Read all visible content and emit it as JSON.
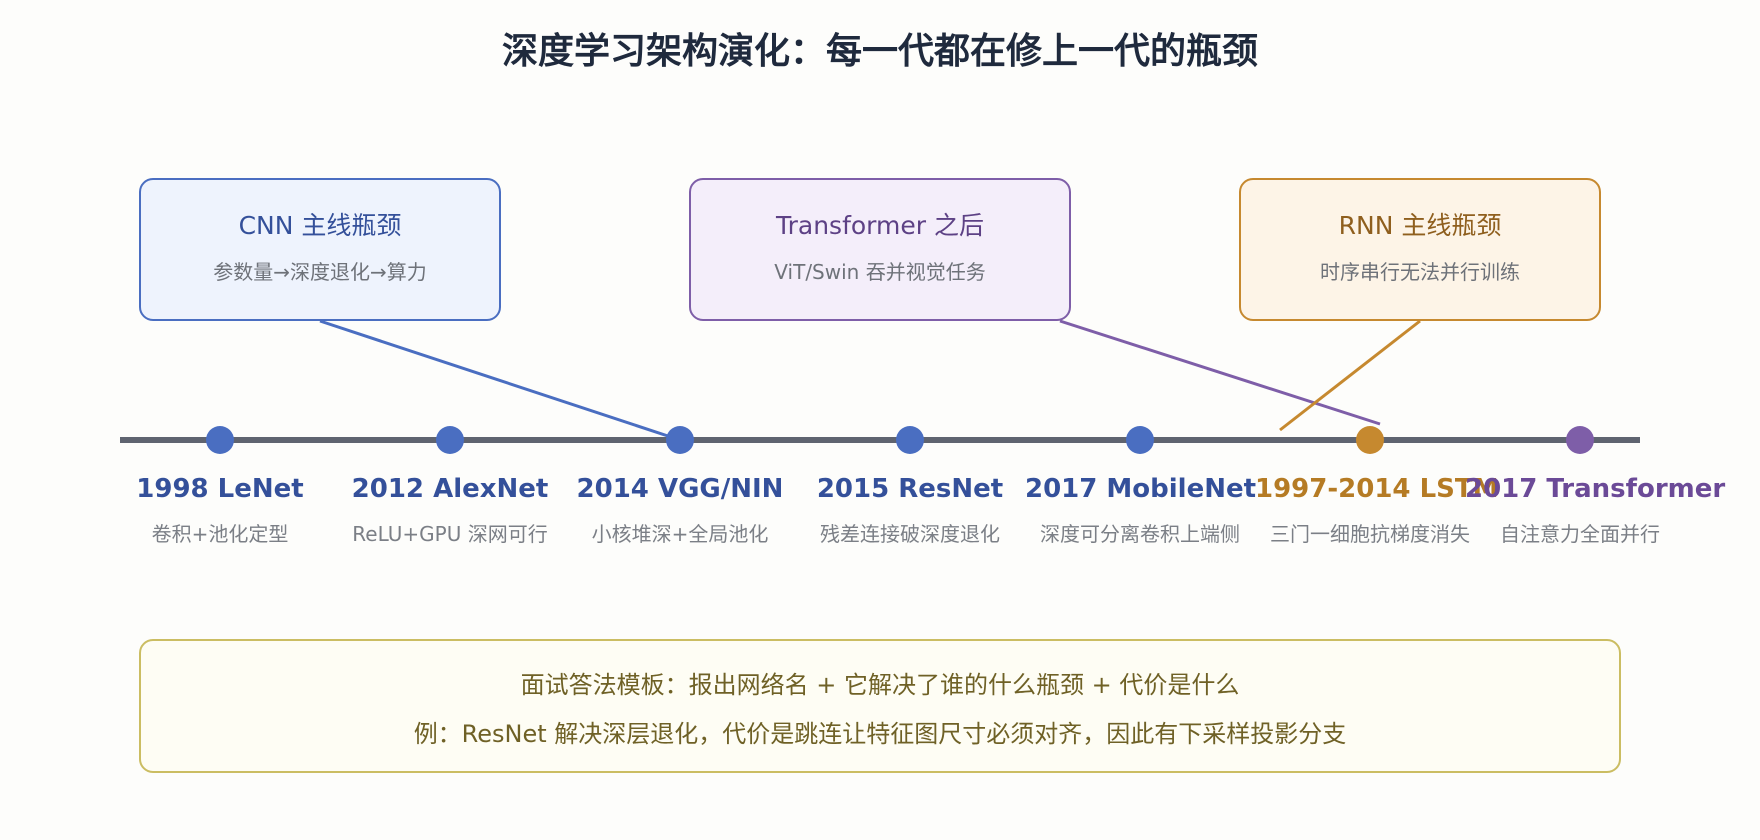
{
  "title": "深度学习架构演化：每一代都在修上一代的瓶颈",
  "callouts": {
    "cnn": {
      "heading": "CNN 主线瓶颈",
      "sub": "参数量→深度退化→算力"
    },
    "transformer": {
      "heading": "Transformer 之后",
      "sub": "ViT/Swin 吞并视觉任务"
    },
    "rnn": {
      "heading": "RNN 主线瓶颈",
      "sub": "时序串行无法并行训练"
    }
  },
  "timeline": [
    {
      "name": "1998 LeNet",
      "desc": "卷积+池化定型",
      "color": "#4a6ec1"
    },
    {
      "name": "2012 AlexNet",
      "desc": "ReLU+GPU 深网可行",
      "color": "#4a6ec1"
    },
    {
      "name": "2014 VGG/NIN",
      "desc": "小核堆深+全局池化",
      "color": "#4a6ec1"
    },
    {
      "name": "2015 ResNet",
      "desc": "残差连接破深度退化",
      "color": "#4a6ec1"
    },
    {
      "name": "2017 MobileNet",
      "desc": "深度可分离卷积上端侧",
      "color": "#4a6ec1"
    },
    {
      "name": "1997-2014 LSTM",
      "desc": "三门一细胞抗梯度消失",
      "color": "#c6892f"
    },
    {
      "name": "2017 Transformer",
      "desc": "自注意力全面并行",
      "color": "#7e5ea8"
    }
  ],
  "colors": {
    "axis": "#5f6470",
    "cnn": "#4a6ec1",
    "rnn": "#c6892f",
    "transformer": "#7e5ea8"
  },
  "note": {
    "line1": "面试答法模板：报出网络名 + 它解决了谁的什么瓶颈 + 代价是什么",
    "line2": "例：ResNet 解决深层退化，代价是跳连让特征图尺寸必须对齐，因此有下采样投影分支"
  }
}
